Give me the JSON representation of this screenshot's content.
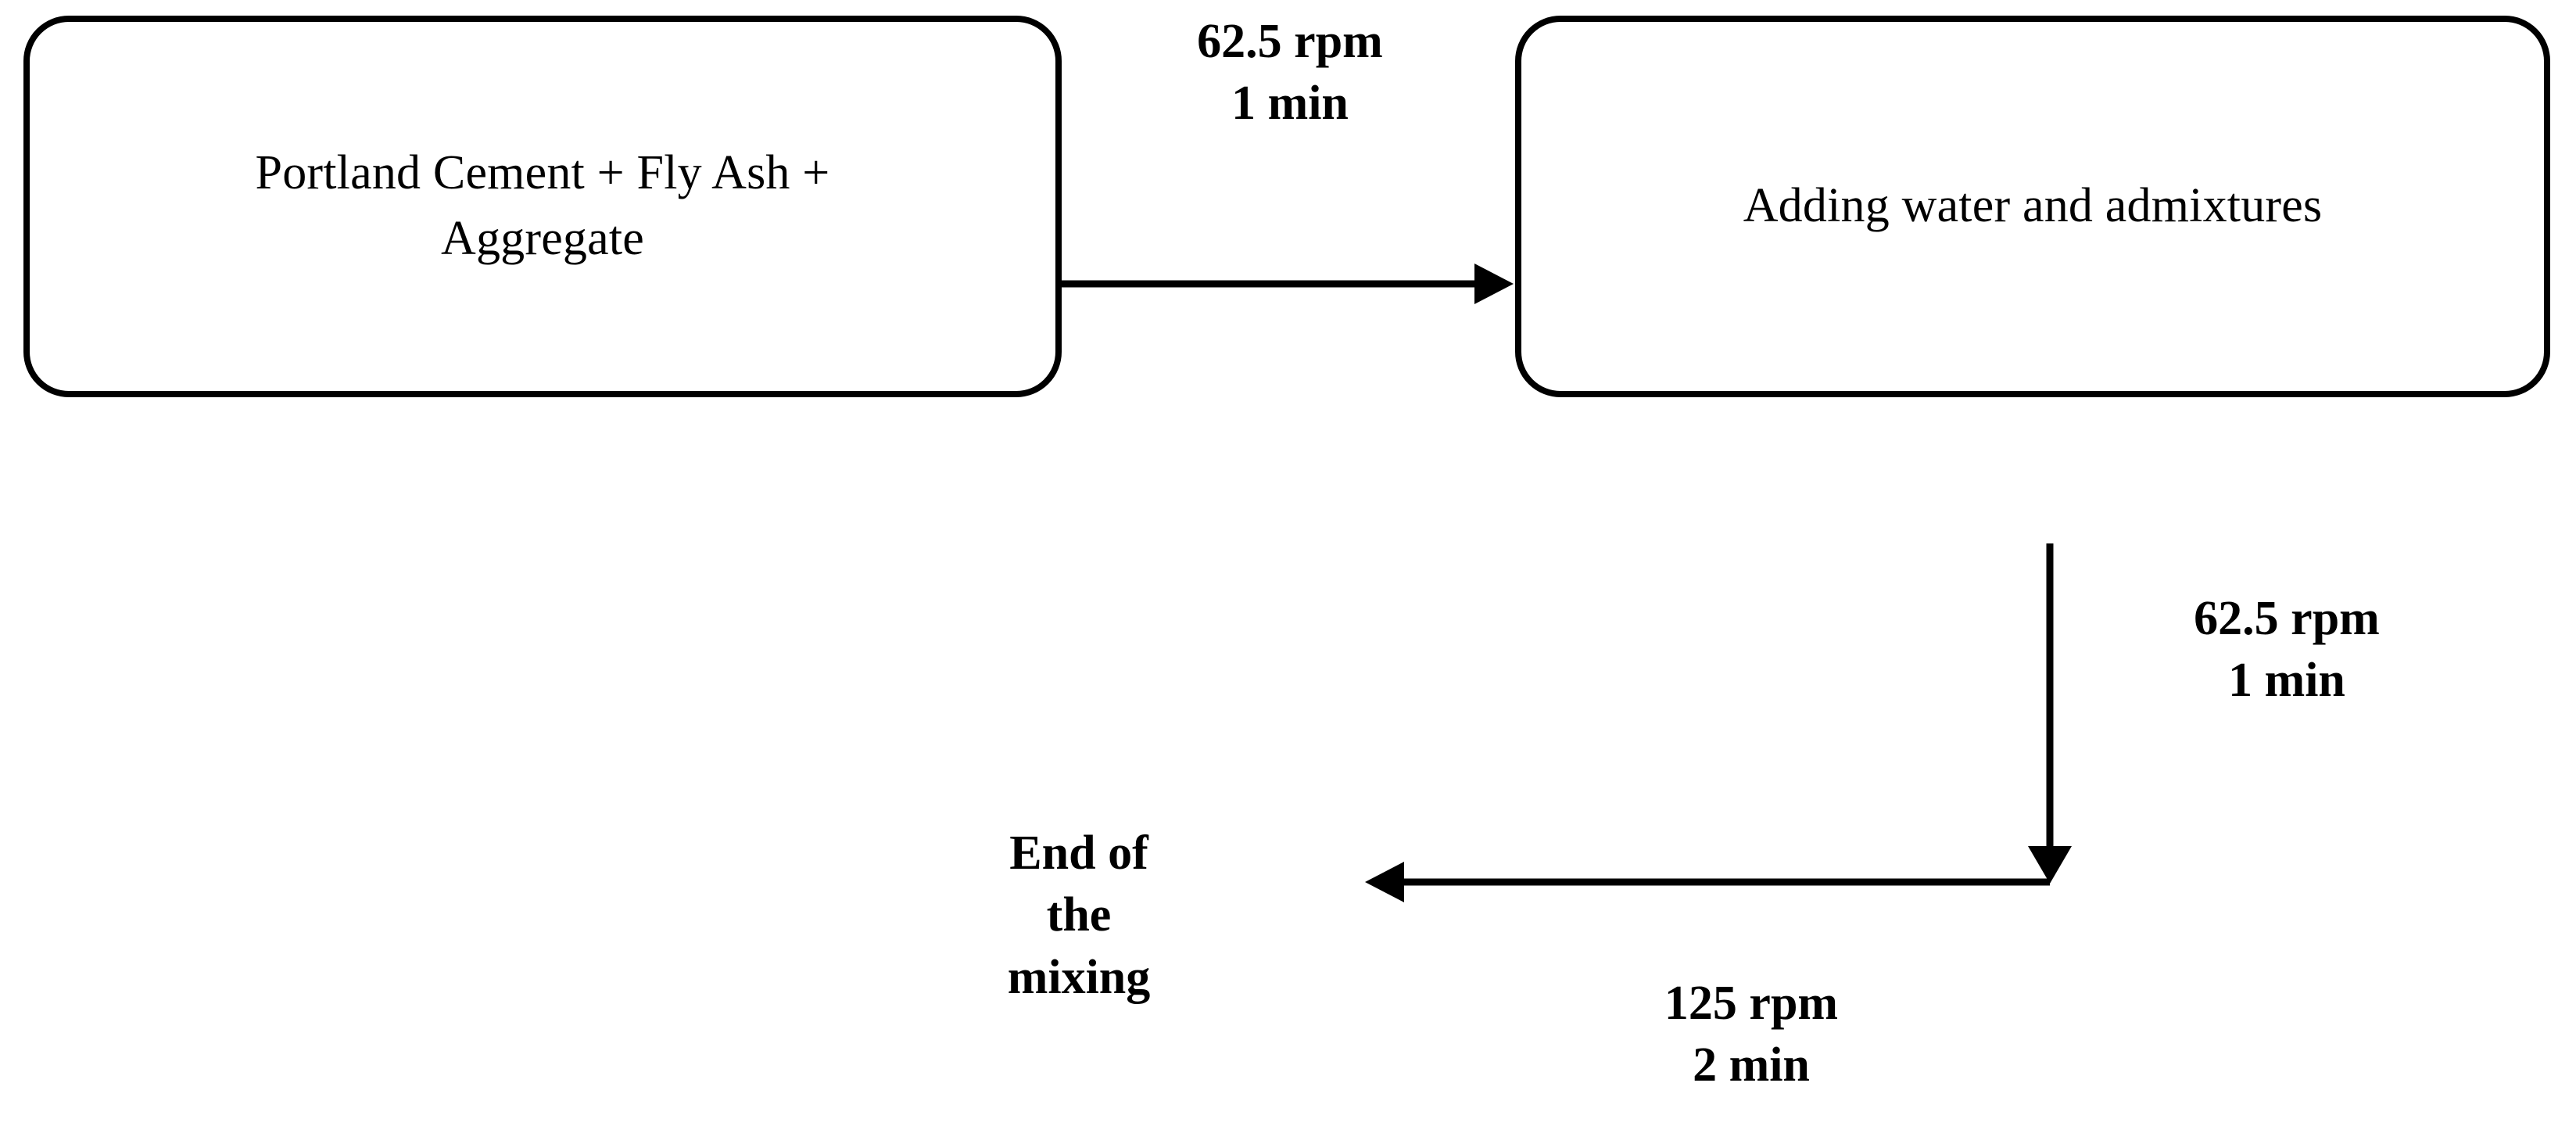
{
  "diagram": {
    "type": "flowchart",
    "orientation": "horizontal-then-vertical",
    "background_color": "#ffffff",
    "line_color": "#000000",
    "nodes": [
      {
        "id": "materials",
        "shape": "rounded-rectangle",
        "label": "Portland Cement + Fly Ash + Aggregate"
      },
      {
        "id": "water",
        "shape": "rounded-rectangle",
        "label": "Adding water and admixtures"
      },
      {
        "id": "end",
        "shape": "text",
        "label_lines": [
          "End of",
          "the",
          "mixing"
        ]
      }
    ],
    "edges": [
      {
        "id": "edge-1",
        "from": "materials",
        "to": "water",
        "direction": "right",
        "arrowhead": "filled-triangle",
        "label_lines": [
          "62.5 rpm",
          "1 min"
        ],
        "speed": "62.5 rpm",
        "duration": "1 min"
      },
      {
        "id": "edge-2",
        "from": "water",
        "to": "turn-point",
        "direction": "down",
        "arrowhead": "filled-triangle",
        "label_lines": [
          "62.5 rpm",
          "1 min"
        ],
        "speed": "62.5 rpm",
        "duration": "1 min"
      },
      {
        "id": "edge-3",
        "from": "turn-point",
        "to": "end",
        "direction": "left",
        "arrowhead": "filled-triangle",
        "label_lines": [
          "125 rpm",
          "2 min"
        ],
        "speed": "125 rpm",
        "duration": "2 min"
      }
    ]
  },
  "boxes": {
    "materials": {
      "label": "Portland Cement + Fly Ash + Aggregate"
    },
    "water": {
      "label": "Adding water and admixtures"
    }
  },
  "labels": {
    "step1": {
      "line1": "62.5 rpm",
      "line2": "1 min"
    },
    "step2": {
      "line1": "62.5 rpm",
      "line2": "1 min"
    },
    "step3": {
      "line1": "125 rpm",
      "line2": "2 min"
    }
  },
  "terminal": {
    "line1": "End of",
    "line2": "the",
    "line3": "mixing"
  }
}
